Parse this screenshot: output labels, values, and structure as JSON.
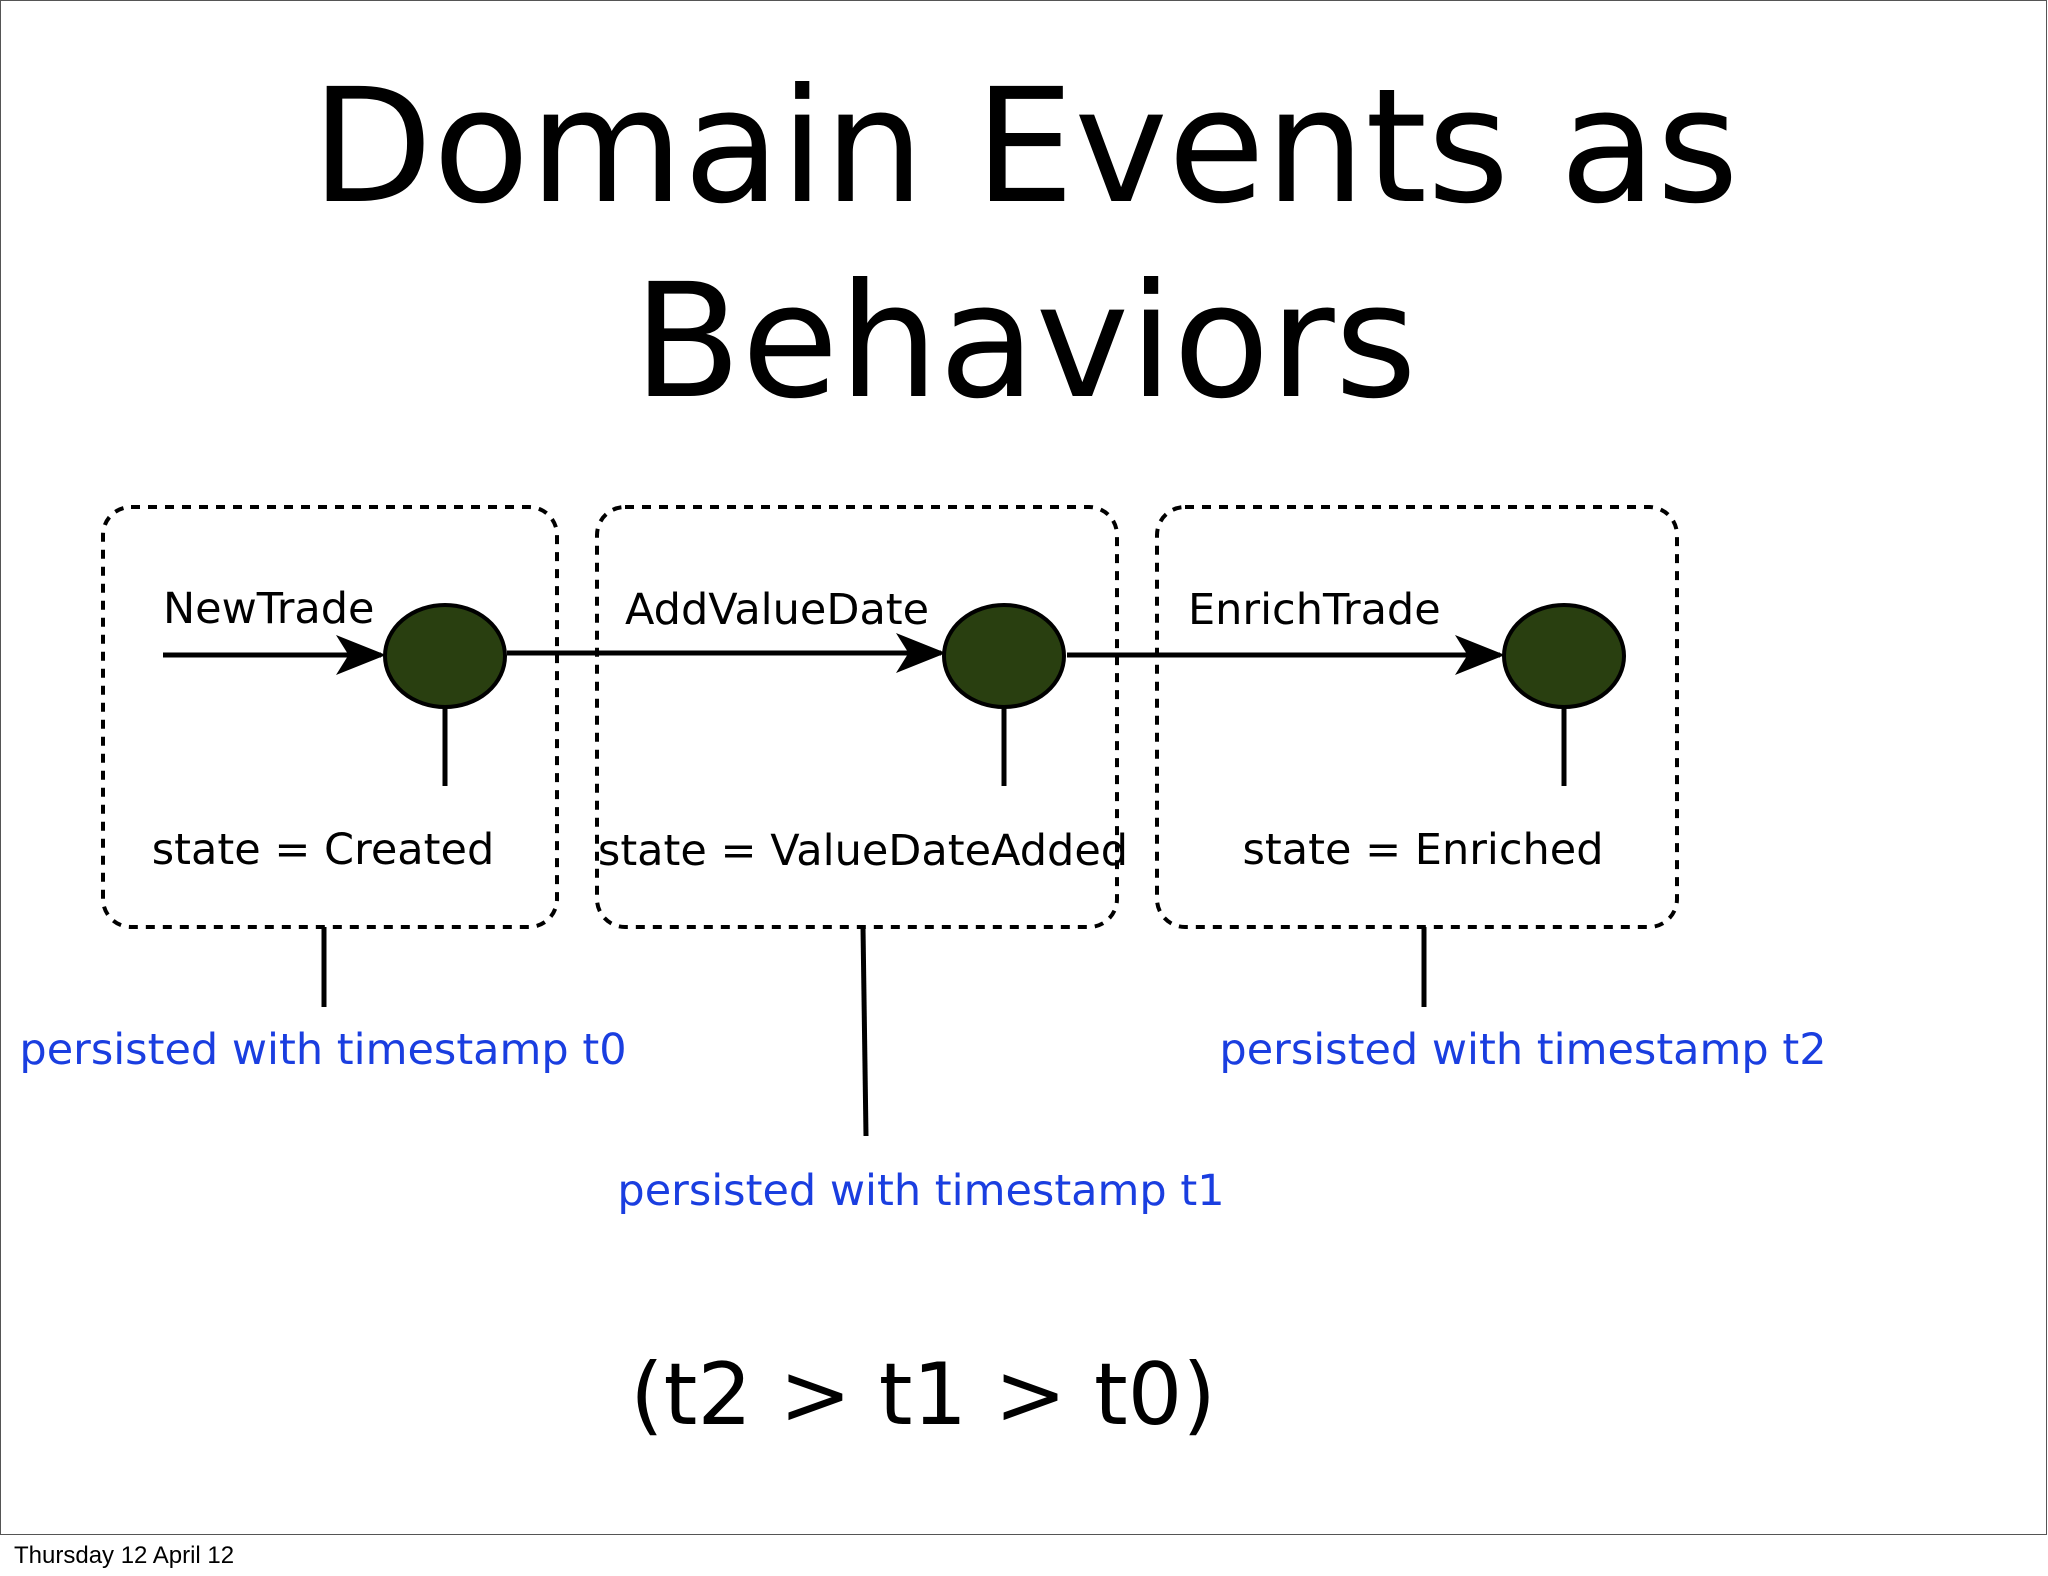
{
  "slide": {
    "title_lines": [
      "Domain Events as",
      "Behaviors"
    ],
    "stages": [
      {
        "event": "NewTrade",
        "state": "state = Created",
        "persisted": "persisted with timestamp t0"
      },
      {
        "event": "AddValueDate",
        "state": "state = ValueDateAdded",
        "persisted": "persisted with timestamp t1"
      },
      {
        "event": "EnrichTrade",
        "state": "state = Enriched",
        "persisted": "persisted with timestamp t2"
      }
    ],
    "ordering": "(t2 > t1 > t0)"
  },
  "footer": {
    "date": "Thursday 12 April 12"
  },
  "colors": {
    "node_fill": "#293F10",
    "persisted_text": "#1A3EE0",
    "line": "#000000"
  }
}
